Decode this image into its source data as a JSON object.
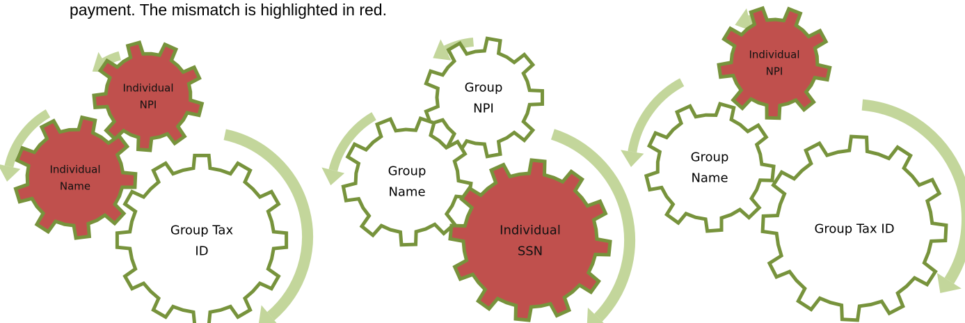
{
  "caption": "payment. The mismatch is highlighted in red.",
  "colors": {
    "gear_outline": "#77933c",
    "mismatch_fill": "#c0504d",
    "normal_fill": "#ffffff",
    "arrow": "#c3d69b"
  },
  "diagrams": [
    {
      "gears": [
        {
          "label": "Individual NPI",
          "lines": [
            "Individual",
            "NPI"
          ],
          "mismatch": true
        },
        {
          "label": "Individual Name",
          "lines": [
            "Individual",
            "Name"
          ],
          "mismatch": true
        },
        {
          "label": "Group Tax ID",
          "lines": [
            "Group Tax",
            "ID"
          ],
          "mismatch": false
        }
      ]
    },
    {
      "gears": [
        {
          "label": "Group NPI",
          "lines": [
            "Group",
            "NPI"
          ],
          "mismatch": false
        },
        {
          "label": "Group Name",
          "lines": [
            "Group",
            "Name"
          ],
          "mismatch": false
        },
        {
          "label": "Individual SSN",
          "lines": [
            "Individual",
            "SSN"
          ],
          "mismatch": true
        }
      ]
    },
    {
      "gears": [
        {
          "label": "Individual NPI",
          "lines": [
            "Individual",
            "NPI"
          ],
          "mismatch": true
        },
        {
          "label": "Group Name",
          "lines": [
            "Group",
            "Name"
          ],
          "mismatch": false
        },
        {
          "label": "Group Tax ID",
          "lines": [
            "Group Tax ID"
          ],
          "mismatch": false
        }
      ]
    }
  ]
}
